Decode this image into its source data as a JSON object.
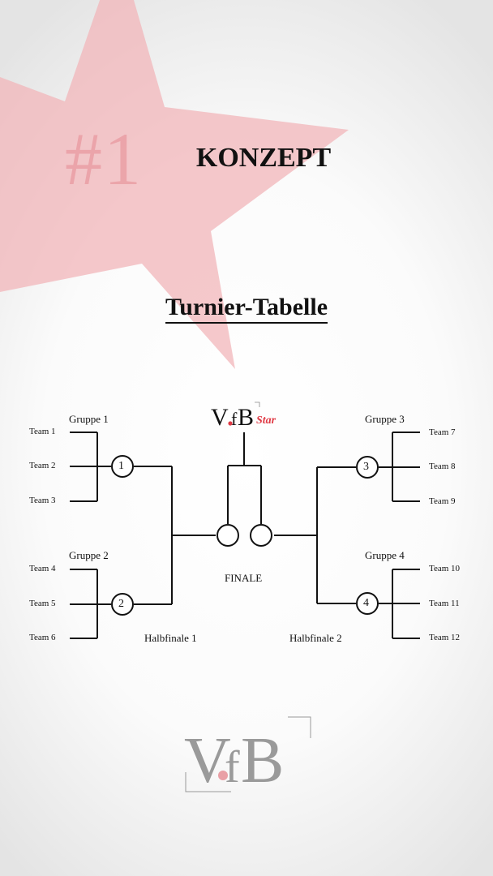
{
  "header": {
    "hash": "#1",
    "title": "KONZEPT"
  },
  "subtitle": "Turnier-Tabelle",
  "groups": [
    {
      "label": "Gruppe 1",
      "teams": [
        "Team 1",
        "Team 2",
        "Team 3"
      ],
      "match": "1"
    },
    {
      "label": "Gruppe 2",
      "teams": [
        "Team 4",
        "Team 5",
        "Team 6"
      ],
      "match": "2"
    },
    {
      "label": "Gruppe 3",
      "teams": [
        "Team 7",
        "Team 8",
        "Team 9"
      ],
      "match": "3"
    },
    {
      "label": "Gruppe 4",
      "teams": [
        "Team 10",
        "Team 11",
        "Team 12"
      ],
      "match": "4"
    }
  ],
  "labels": {
    "final": "FINALE",
    "semi1": "Halbfinale 1",
    "semi2": "Halbfinale 2"
  },
  "logo": {
    "brand": "VfB",
    "tag": "Star"
  },
  "colors": {
    "star": "#f2b6ba",
    "accent": "#e03a45",
    "line": "#111111",
    "logo_gray": "#9a9a9a"
  }
}
